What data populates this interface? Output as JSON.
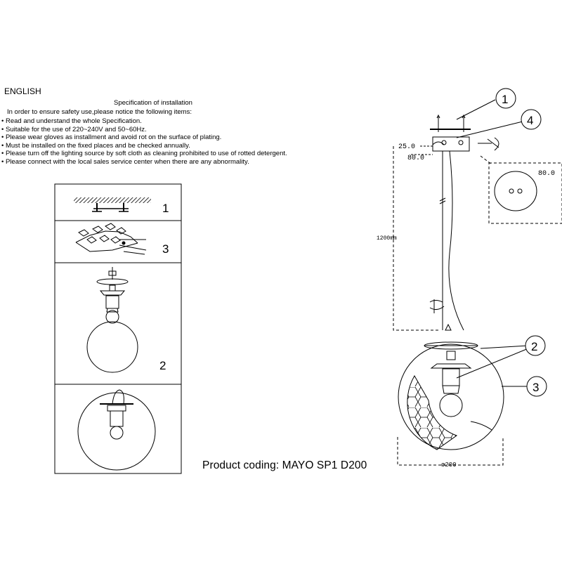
{
  "header": {
    "language": "ENGLISH"
  },
  "specification": {
    "title": "Specification of installation",
    "intro": "In order to ensure safety use,please notice the following items:",
    "items": [
      "Read and understand the whole Specification.",
      "Suitable for the use of 220~240V and 50~60Hz.",
      "Please wear gloves as installment and avoid rot on the surface of plating.",
      "Must be installed on the fixed places and be checked annually.",
      "Please turn off the lighting source by soft cloth as cleaning prohibited to use of rotted detergent.",
      "Please connect with the local sales service center when there are any abnormality."
    ]
  },
  "steps": {
    "step1_num": "1",
    "step2_num": "3",
    "step3_num": "2"
  },
  "diagram": {
    "callouts": [
      "1",
      "4",
      "2",
      "3"
    ],
    "dimensions": {
      "canopy_height": "25.0",
      "canopy_width": "80.0",
      "canopy_diameter": "80.0",
      "cable_length": "1200mm",
      "shade_diameter": "ø200"
    }
  },
  "product": {
    "coding": "Product coding: MAYO SP1 D200"
  }
}
